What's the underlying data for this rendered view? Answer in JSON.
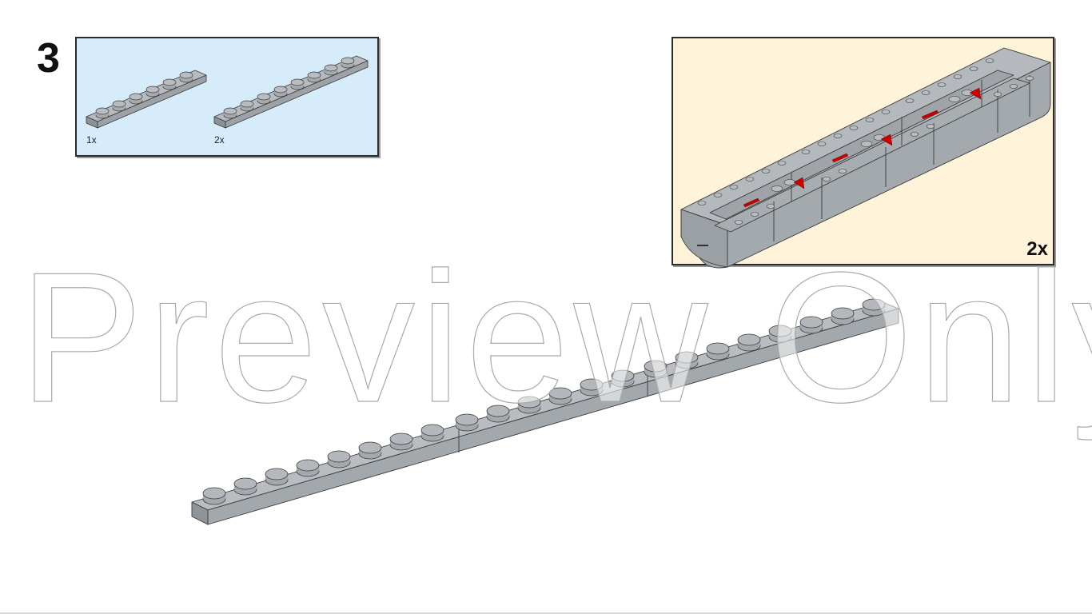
{
  "page": {
    "step_number": "3",
    "background_color": "#ffffff"
  },
  "parts_list": {
    "background_color": "#d6ecfb",
    "border_color": "#2b2b2b",
    "parts": [
      {
        "name": "plate-1x6",
        "studs": 6,
        "color": "#a0a5a9",
        "quantity": "1x"
      },
      {
        "name": "plate-1x8",
        "studs": 8,
        "color": "#a0a5a9",
        "quantity": "2x"
      }
    ]
  },
  "submodel_callout": {
    "background_color": "#fff3d9",
    "border_color": "#2b2b2b",
    "quantity": "2x",
    "part_color": "#a0a5a9",
    "accent_color": "#cc0000"
  },
  "assembly": {
    "description": "Three plates joined end-to-end into a 1x22 plate strip",
    "segments": [
      6,
      8,
      8
    ],
    "color": "#a0a5a9"
  },
  "watermark": {
    "text": "Preview Only",
    "outline_color": "#a9a9a9"
  }
}
